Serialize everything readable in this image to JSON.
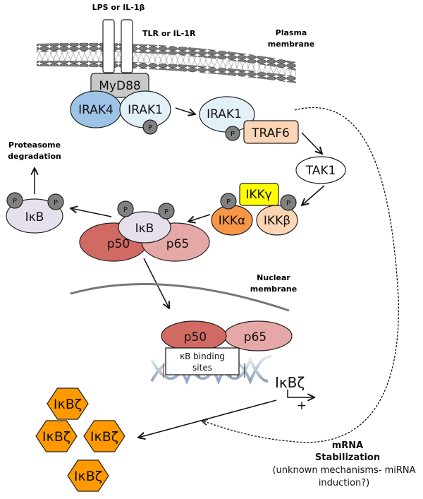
{
  "labels": {
    "ligand": "LPS or IL-1β",
    "receptor": "TLR or IL-1R",
    "plasma_membrane_1": "Plasma",
    "plasma_membrane_2": "membrane",
    "nuclear_membrane_1": "Nuclear",
    "nuclear_membrane_2": "membrane",
    "proteasome_1": "Proteasome",
    "proteasome_2": "degradation",
    "mrna_1": "mRNA",
    "mrna_2": "Stabilization",
    "mrna_3": "(unknown mechanisms- miRNA",
    "mrna_4": "induction?)"
  },
  "nodes": {
    "myd88": "MyD88",
    "irak4": "IRAK4",
    "irak1_a": "IRAK1",
    "irak1_b": "IRAK1",
    "traf6": "TRAF6",
    "tak1": "TAK1",
    "ikk_gamma": "IKKγ",
    "ikk_alpha": "IKKα",
    "ikk_beta": "IKKβ",
    "ikb_complex": "IκB",
    "ikb_free": "IκB",
    "p50_cyto": "p50",
    "p65_cyto": "p65",
    "p50_nuc": "p50",
    "p65_nuc": "p65",
    "kb_sites_1": "κB binding",
    "kb_sites_2": "sites",
    "gene": "IκBζ",
    "plus": "+",
    "phospho": "P",
    "protein_products": [
      "IκBζ",
      "IκBζ",
      "IκBζ",
      "IκBζ"
    ]
  },
  "colors": {
    "irak4": "#9dc3e6",
    "irak1": "#e2f0f7",
    "traf6": "#fbd5b5",
    "myd88": "#c8c8c8",
    "ikk_gamma": "#ffff00",
    "ikk_alpha": "#f79646",
    "ikk_beta": "#fcd5b4",
    "ikb": "#e6e0ec",
    "p50": "#d06a63",
    "p65": "#e6a8a6",
    "phospho": "#808080",
    "ikbz_protein": "#ff9900"
  }
}
